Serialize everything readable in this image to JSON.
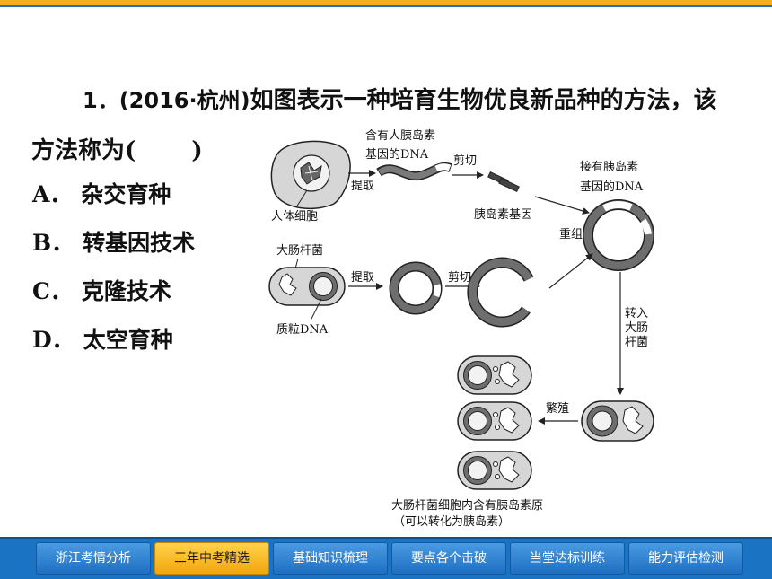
{
  "question": {
    "number": "1．",
    "source": "(2016·杭州)",
    "stem_part1": "如图表示一种培育生物优良新品种的方法，该",
    "stem_part2": "方法称为(",
    "stem_end": ")"
  },
  "options": [
    {
      "letter": "A．",
      "text": "杂交育种"
    },
    {
      "letter": "B．",
      "text": "转基因技术"
    },
    {
      "letter": "C．",
      "text": "克隆技术"
    },
    {
      "letter": "D．",
      "text": "太空育种"
    }
  ],
  "diagram": {
    "human_cell": "人体细胞",
    "extract1": "提取",
    "gene_top_line1": "含有人胰岛素",
    "gene_top_line2": "基因的DNA",
    "cut1": "剪切",
    "insulin_gene": "胰岛素基因",
    "connected_line1": "接有胰岛素",
    "connected_line2": "基因的DNA",
    "recombine": "重组",
    "ecoli": "大肠杆菌",
    "extract2": "提取",
    "cut2": "剪切",
    "plasmid": "质粒DNA",
    "transfer_1": "转入",
    "transfer_2": "大肠",
    "transfer_3": "杆菌",
    "reproduce": "繁殖",
    "result_line1": "大肠杆菌细胞内含有胰岛素原",
    "result_line2": "（可以转化为胰岛素）"
  },
  "nav": {
    "tabs": [
      "浙江考情分析",
      "三年中考精选",
      "基础知识梳理",
      "要点各个击破",
      "当堂达标训练",
      "能力评估检测"
    ],
    "active_index": 1
  },
  "colors": {
    "accent_yellow": "#f2b21a",
    "nav_blue": "#1b73c4",
    "active_tab": "#f2a60e"
  }
}
